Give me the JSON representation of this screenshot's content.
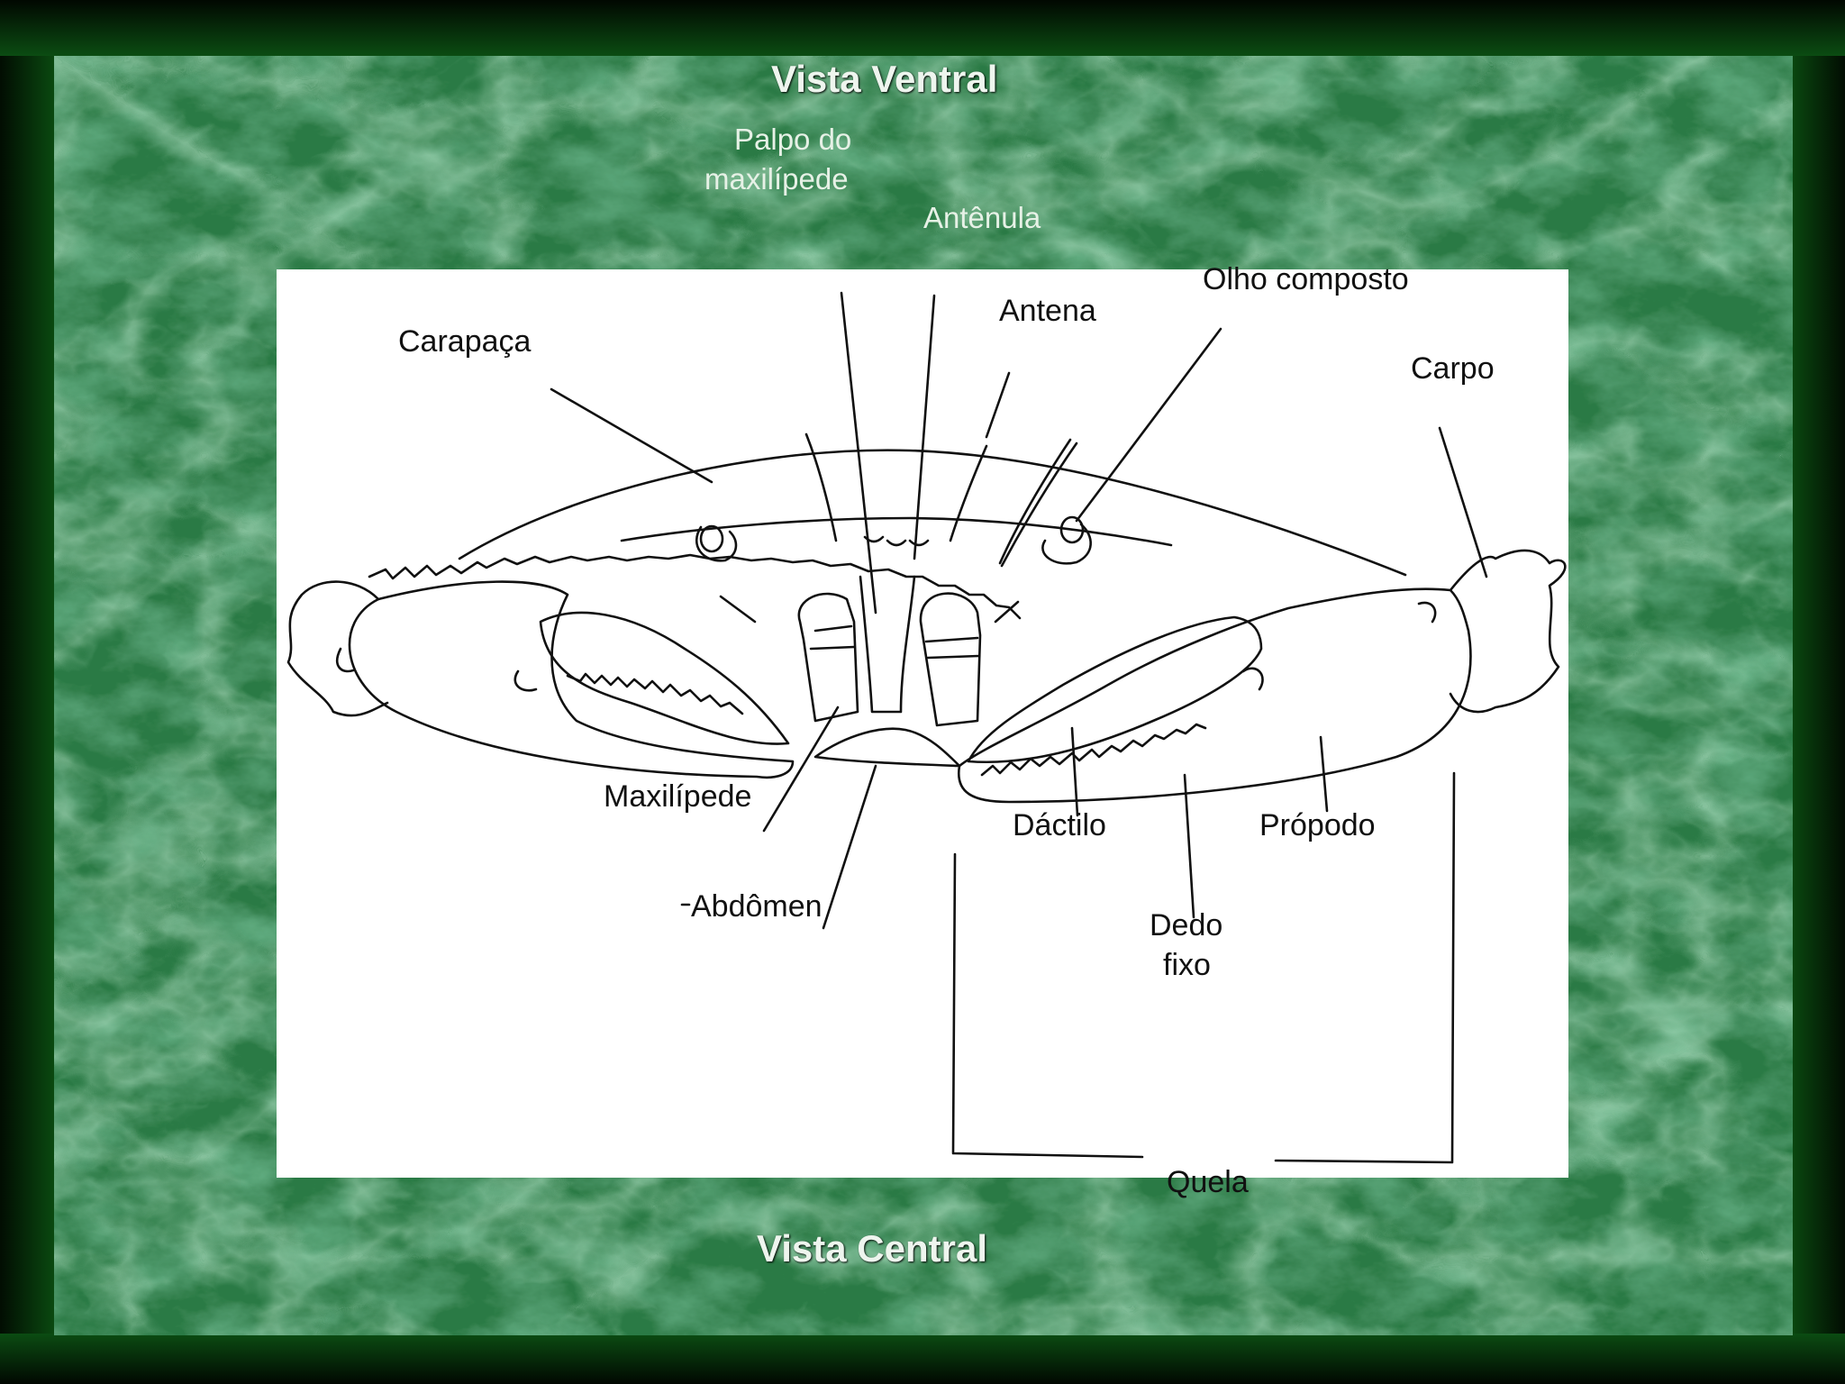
{
  "slide": {
    "title_top": "Vista Ventral",
    "title_bottom": "Vista Central"
  },
  "labels": {
    "palpo_line1": "Palpo do",
    "palpo_line2": "maxilípede",
    "antenula": "Antênula",
    "antena": "Antena",
    "olho": "Olho composto",
    "carapaca": "Carapaça",
    "carpo": "Carpo",
    "maxilipede": "Maxilípede",
    "abdomen": "Abdômen",
    "dactilo": "Dáctilo",
    "propodo": "Própodo",
    "dedo_line1": "Dedo",
    "dedo_line2": "fixo",
    "quela": "Quela"
  },
  "colors": {
    "frame": "#0a4a10",
    "marble": "#1e6a36",
    "panel": "#ffffff",
    "ink": "#111111"
  }
}
